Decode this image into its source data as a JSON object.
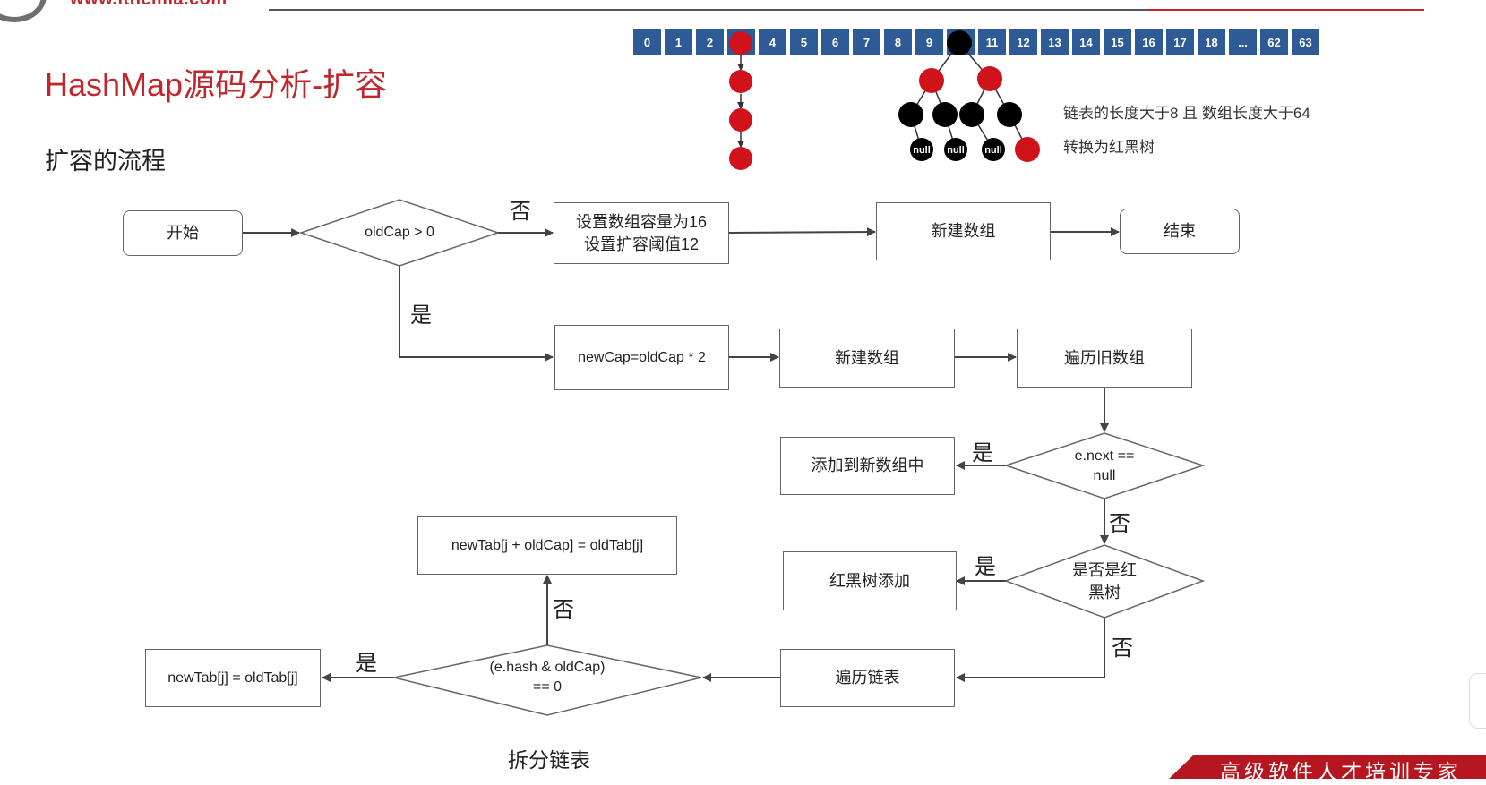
{
  "header": {
    "site_url": "www.itheima.com"
  },
  "title": "HashMap源码分析-扩容",
  "subtitle": "扩容的流程",
  "array_indices": [
    "0",
    "1",
    "2",
    "",
    "4",
    "5",
    "6",
    "7",
    "8",
    "9",
    "",
    "11",
    "12",
    "13",
    "14",
    "15",
    "16",
    "17",
    "18",
    "...",
    "62",
    "63"
  ],
  "tree_annotation": {
    "line1": "链表的长度大于8 且 数组长度大于64",
    "line2": "转换为红黑树",
    "null_label": "null"
  },
  "flow": {
    "start": "开始",
    "cond_oldcap": "oldCap > 0",
    "set_default_line1": "设置数组容量为16",
    "set_default_line2": "设置扩容阈值12",
    "new_array_top": "新建数组",
    "end": "结束",
    "new_cap": "newCap=oldCap * 2",
    "new_array_mid": "新建数组",
    "traverse_old": "遍历旧数组",
    "cond_next_line1": "e.next ==",
    "cond_next_line2": "null",
    "add_new_array": "添加到新数组中",
    "cond_rbtree_line1": "是否是红",
    "cond_rbtree_line2": "黑树",
    "rbtree_add": "红黑树添加",
    "traverse_list": "遍历链表",
    "cond_hash_line1": "(e.hash & oldCap)",
    "cond_hash_line2": "== 0",
    "assign_j": "newTab[j] = oldTab[j]",
    "assign_j_oldcap": "newTab[j + oldCap] = oldTab[j]",
    "split_list": "拆分链表"
  },
  "labels": {
    "yes": "是",
    "no": "否"
  },
  "footer": {
    "slogan": "高级软件人才培训专家"
  },
  "colors": {
    "brand_red": "#c0272d",
    "array_blue": "#2e5a96",
    "node_red": "#d0121b",
    "node_black": "#000000"
  }
}
